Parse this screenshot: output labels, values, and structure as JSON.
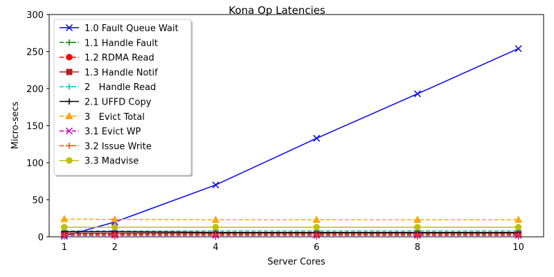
{
  "chart_data": {
    "type": "line",
    "title": "Kona Op Latencies",
    "xlabel": "Server Cores",
    "ylabel": "Micro-secs",
    "x": [
      1,
      2,
      4,
      6,
      8,
      10
    ],
    "xticks": [
      "1",
      "2",
      "4",
      "6",
      "8",
      "10"
    ],
    "ylim": [
      0,
      300
    ],
    "yticks": [
      "0",
      "50",
      "100",
      "150",
      "200",
      "250",
      "300"
    ],
    "grid": false,
    "legend_position": "top-left",
    "series": [
      {
        "name": "1.0 Fault Queue Wait",
        "color": "#0000ff",
        "dash": "solid",
        "marker": "x",
        "values": [
          1,
          20,
          70,
          133,
          193,
          254
        ]
      },
      {
        "name": "1.1 Handle Fault",
        "color": "#008000",
        "dash": "dashed",
        "marker": "plus",
        "values": [
          4,
          4,
          4,
          4,
          4,
          4
        ]
      },
      {
        "name": "1.2 RDMA Read",
        "color": "#ff0000",
        "dash": "dashed",
        "marker": "circle",
        "values": [
          3,
          3,
          3,
          3,
          3,
          3
        ]
      },
      {
        "name": "1.3 Handle Notif",
        "color": "#b22222",
        "dash": "solid",
        "marker": "square",
        "values": [
          5,
          5,
          5,
          5,
          5,
          5
        ]
      },
      {
        "name": "2   Handle Read",
        "color": "#00bfbf",
        "dash": "dashed",
        "marker": "plus",
        "values": [
          8,
          8,
          8,
          8,
          8,
          8
        ]
      },
      {
        "name": "2.1 UFFD Copy",
        "color": "#000000",
        "dash": "solid",
        "marker": "plus",
        "values": [
          7,
          7,
          6,
          6,
          6,
          6
        ]
      },
      {
        "name": "3   Evict Total",
        "color": "#ffa500",
        "dash": "dashed",
        "marker": "triangle",
        "values": [
          24,
          23.5,
          23,
          23,
          23,
          23
        ]
      },
      {
        "name": "3.1 Evict WP",
        "color": "#bf00bf",
        "dash": "dashed",
        "marker": "x",
        "values": [
          2,
          2,
          2,
          2,
          2,
          2
        ]
      },
      {
        "name": "3.2 Issue Write",
        "color": "#ff4500",
        "dash": "dashed",
        "marker": "plus",
        "values": [
          3,
          3,
          3,
          3,
          3,
          3
        ]
      },
      {
        "name": "3.3 Madvise",
        "color": "#bfbf00",
        "dash": "solid",
        "marker": "circle",
        "values": [
          13,
          13,
          13,
          13,
          13,
          13
        ]
      }
    ]
  }
}
